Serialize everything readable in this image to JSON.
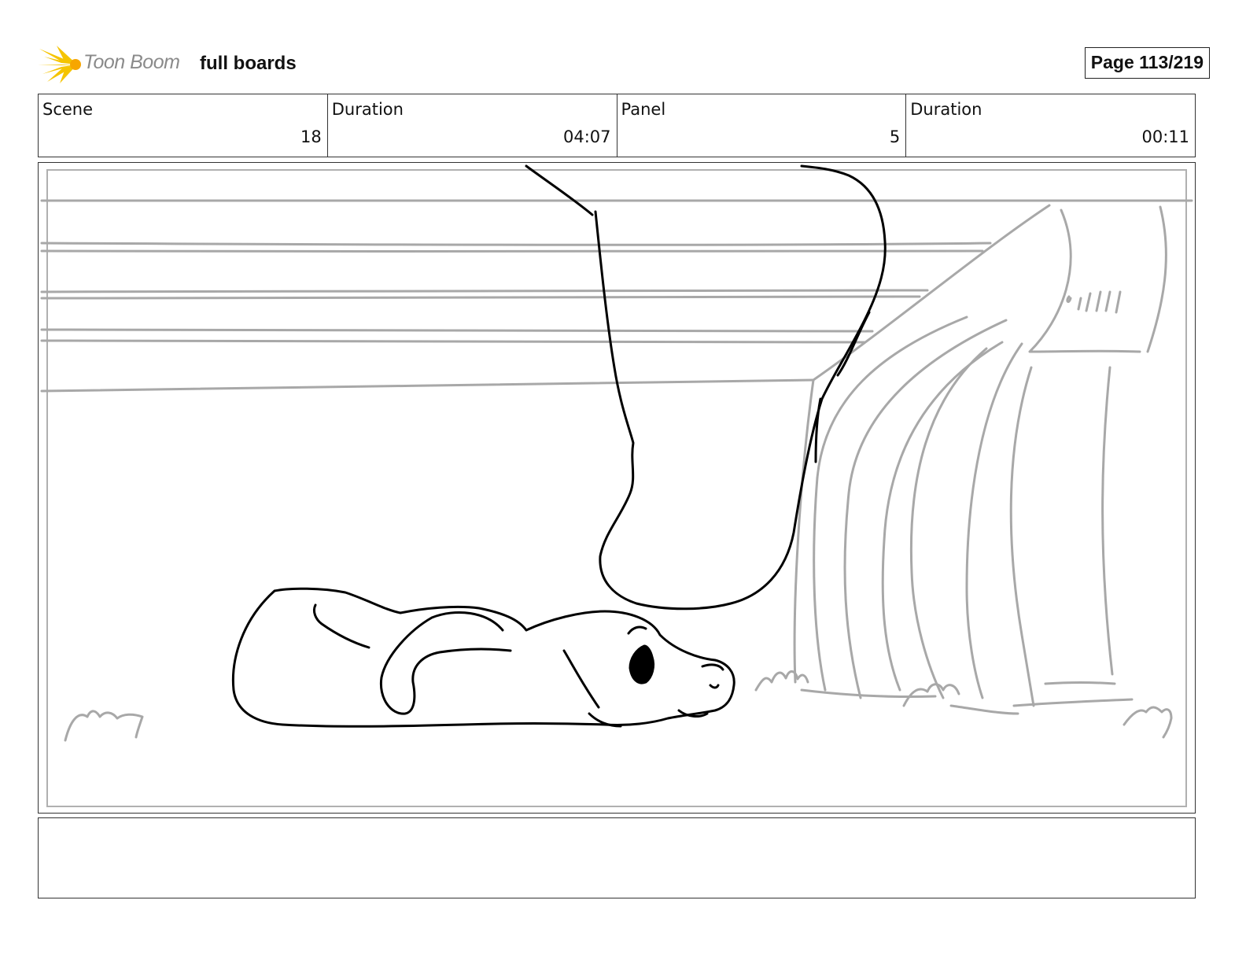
{
  "header": {
    "logo_text": "Toon Boom",
    "project_title": "full boards",
    "page_label": "Page 113/219"
  },
  "info": {
    "scene_label": "Scene",
    "scene_value": "18",
    "scene_duration_label": "Duration",
    "scene_duration_value": "04:07",
    "panel_label": "Panel",
    "panel_value": "5",
    "panel_duration_label": "Duration",
    "panel_duration_value": "00:11"
  },
  "notes": {
    "text": ""
  },
  "colors": {
    "logo_accent": "#f5c400",
    "sketch_ink": "#000000",
    "background_sketch": "#a8a8a8"
  }
}
